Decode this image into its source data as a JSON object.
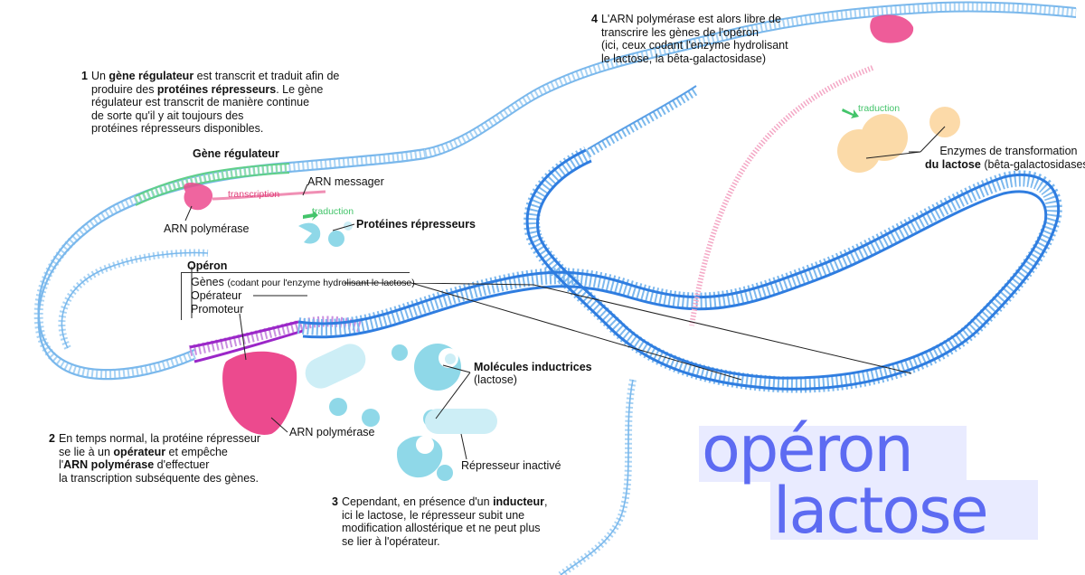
{
  "steps": [
    {
      "number": "1",
      "lines": [
        [
          {
            "t": "Un "
          },
          {
            "t": "gène régulateur",
            "b": true
          },
          {
            "t": " est transcrit et traduit afin de"
          }
        ],
        [
          {
            "t": "produire des "
          },
          {
            "t": "protéines répresseurs",
            "b": true
          },
          {
            "t": ". Le gène"
          }
        ],
        [
          {
            "t": "régulateur est transcrit de manière continue"
          }
        ],
        [
          {
            "t": "de sorte qu'il y ait toujours des"
          }
        ],
        [
          {
            "t": "protéines répresseurs disponibles."
          }
        ]
      ]
    },
    {
      "number": "2",
      "lines": [
        [
          {
            "t": "En temps normal, la protéine répresseur"
          }
        ],
        [
          {
            "t": "se lie à un "
          },
          {
            "t": "opérateur",
            "b": true
          },
          {
            "t": " et empêche"
          }
        ],
        [
          {
            "t": "l'"
          },
          {
            "t": "ARN polymérase",
            "b": true
          },
          {
            "t": " d'effectuer"
          }
        ],
        [
          {
            "t": "la transcription subséquente des gènes."
          }
        ]
      ]
    },
    {
      "number": "3",
      "lines": [
        [
          {
            "t": "Cependant, en présence d'un "
          },
          {
            "t": "inducteur",
            "b": true
          },
          {
            "t": ","
          }
        ],
        [
          {
            "t": "ici le lactose, le répresseur subit une"
          }
        ],
        [
          {
            "t": "modification allostérique et ne peut plus"
          }
        ],
        [
          {
            "t": "se lier à l'opérateur."
          }
        ]
      ]
    },
    {
      "number": "4",
      "lines": [
        [
          {
            "t": "L'ARN polymérase est alors libre de"
          }
        ],
        [
          {
            "t": "transcrire les gènes de l'opéron"
          }
        ],
        [
          {
            "t": "(ici, ceux codant l'enzyme hydrolisant"
          }
        ],
        [
          {
            "t": "le lactose, la bêta-galactosidase)"
          }
        ]
      ]
    }
  ],
  "labels": {
    "gene_regulateur": "Gène régulateur",
    "arn_messager": "ARN messager",
    "transcription": "transcription",
    "arn_polymerase_1": "ARN polymérase",
    "traduction_1": "traduction",
    "proteines_represseurs": "Protéines répresseurs",
    "operon": "Opéron",
    "genes": "Gènes",
    "genes_note": "(codant pour l'enzyme hydrolisant le lactose)",
    "operateur": "Opérateur",
    "promoteur": "Promoteur",
    "molecules_inductrices": "Molécules inductrices",
    "lactose": "(lactose)",
    "arn_polymerase_2": "ARN polymérase",
    "represseur_inactive": "Répresseur inactivé",
    "traduction_2": "traduction",
    "enzymes_1": "Enzymes de transformation",
    "enzymes_2": "du lactose",
    "enzymes_3": "(bêta-galactosidases)"
  },
  "title": {
    "line1": "opéron",
    "line2": "lactose"
  },
  "colors": {
    "dna_light": "#7ab8ec",
    "dna_dark": "#2f7de0",
    "dna_green": "#8fdcae",
    "operator_purple": "#9b27c8",
    "polymerase_pink": "#ec4a8e",
    "mrna_pink": "#f08fb4",
    "repressor_cyan": "#8fd8e8",
    "enzyme_orange": "#fbd49a",
    "title_blue": "#5d6bf2",
    "title_band": "#e9ebff",
    "traduction_green": "#43c46a"
  }
}
